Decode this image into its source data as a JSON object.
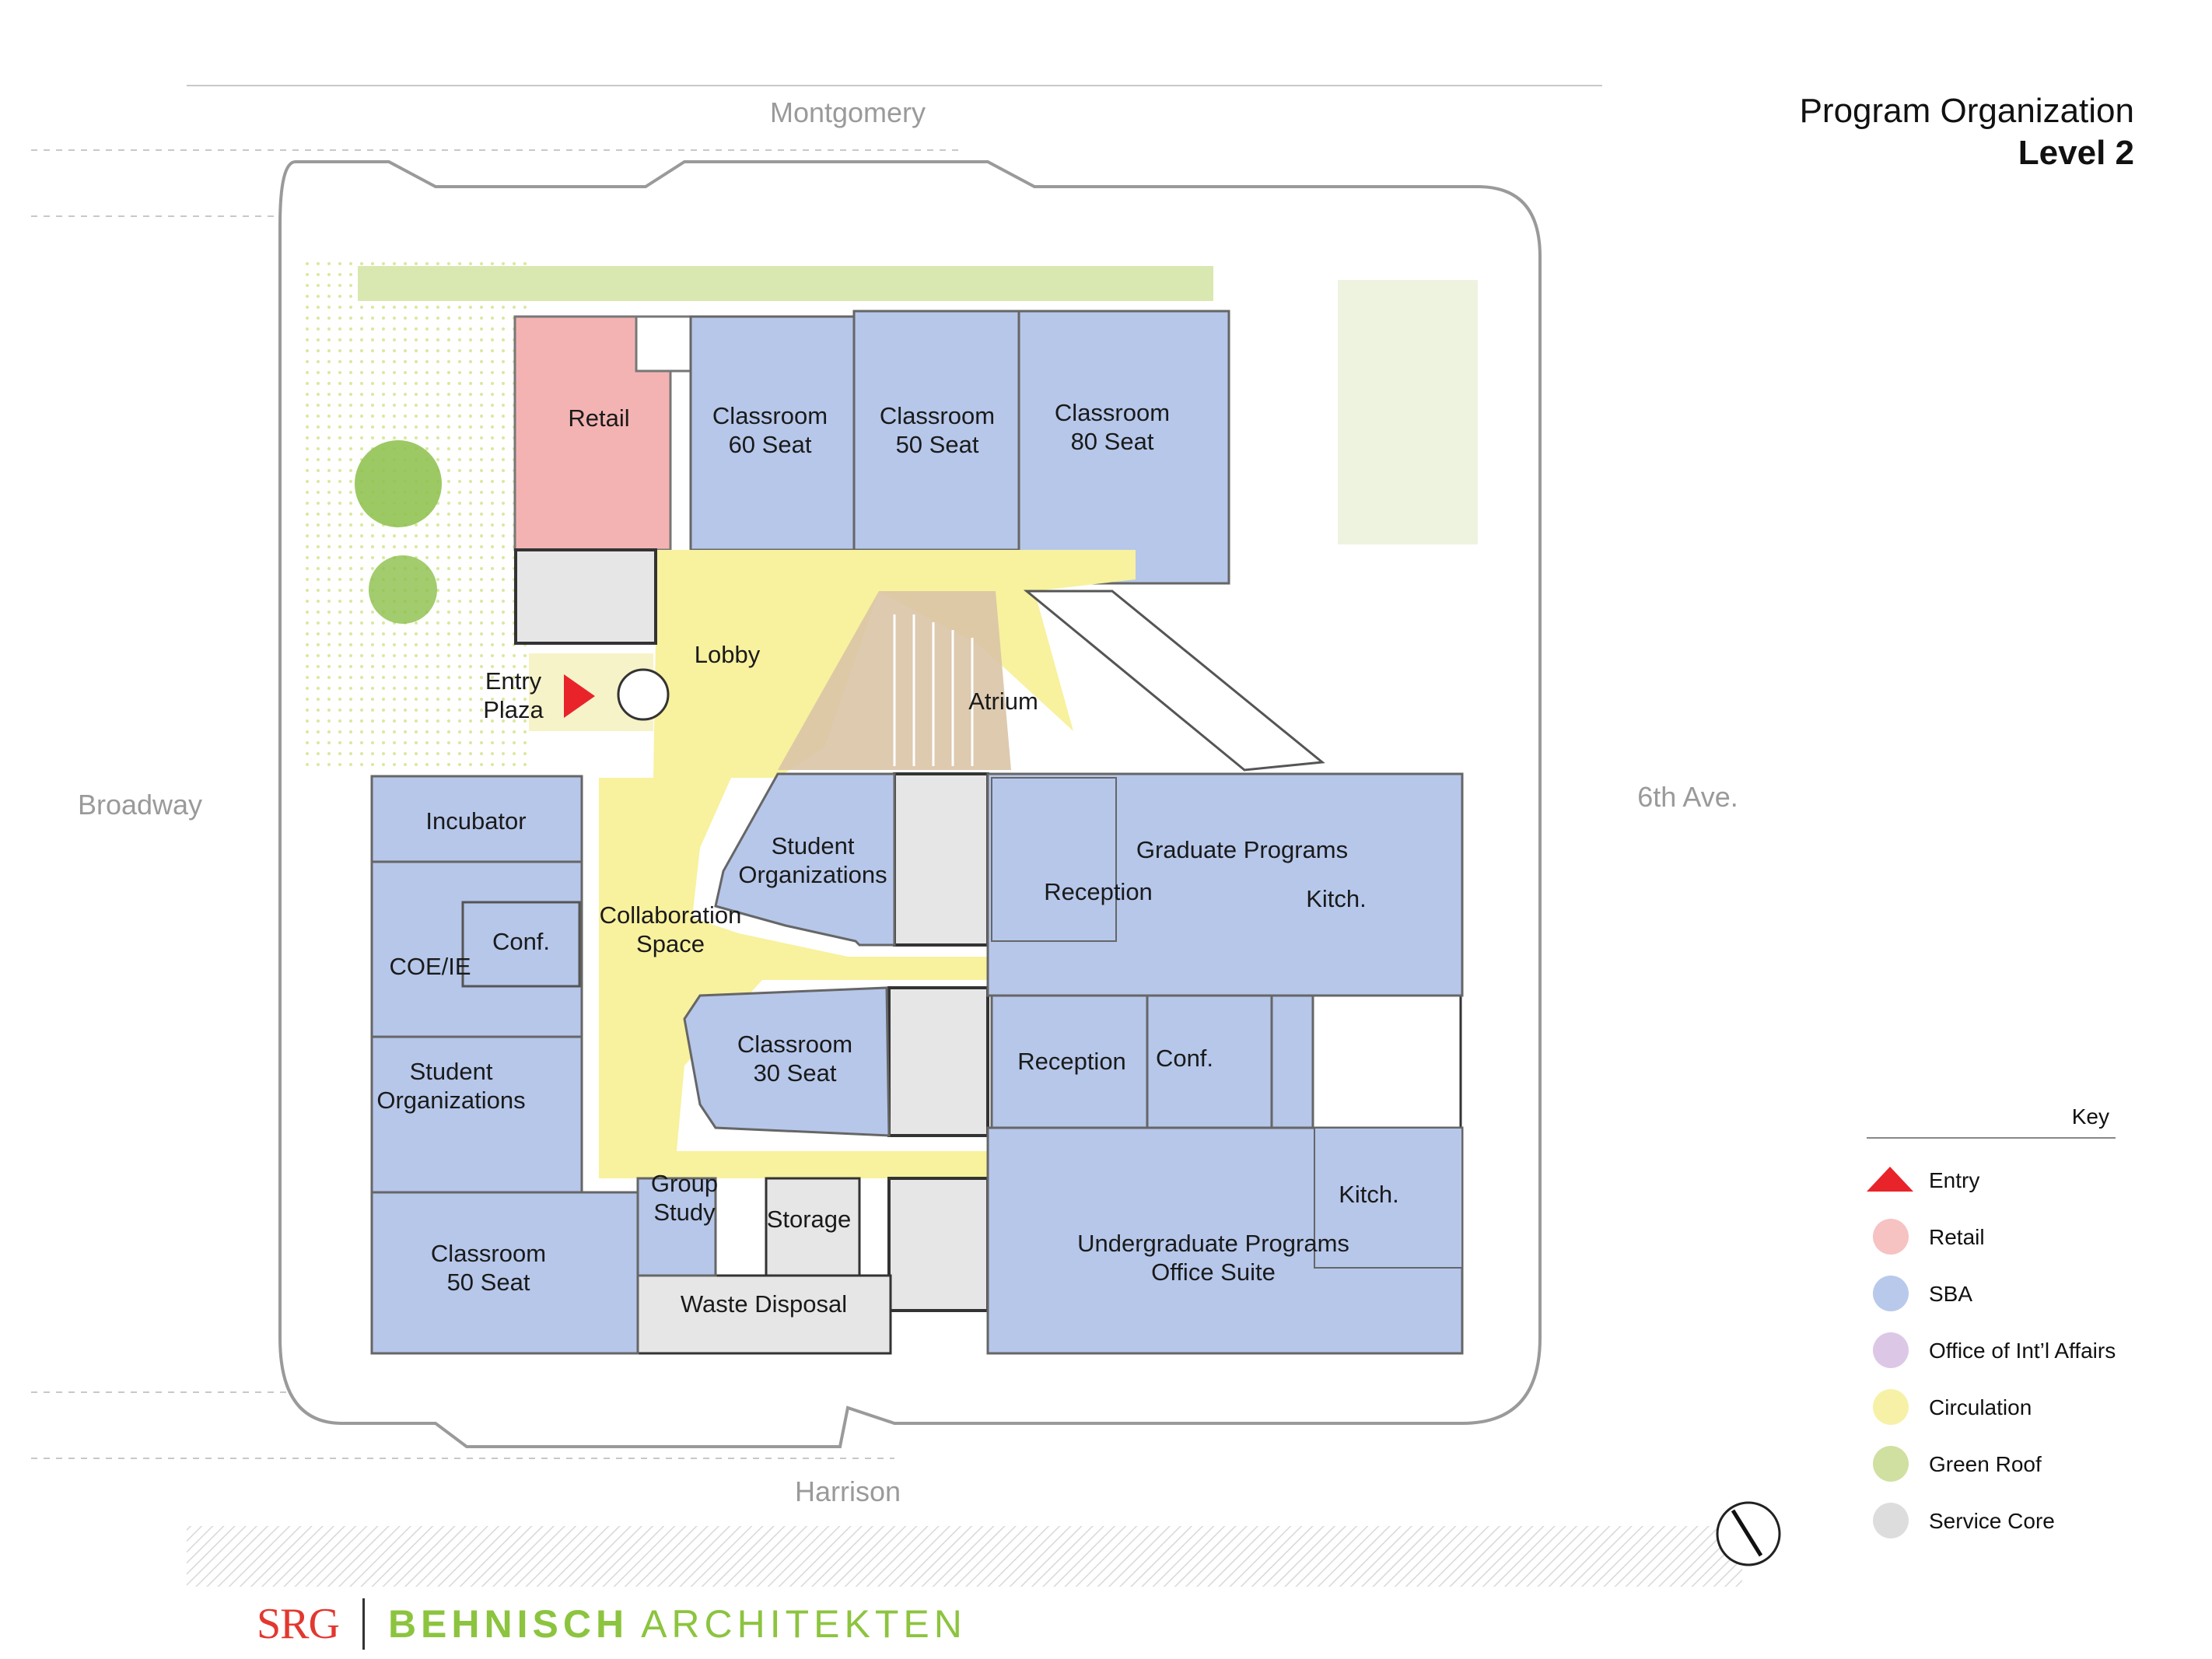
{
  "title": {
    "line1": "Program Organization",
    "line2": "Level 2"
  },
  "streets": {
    "north": "Montgomery",
    "south": "Harrison",
    "west": "Broadway",
    "east": "6th Ave."
  },
  "rooms": {
    "retail": "Retail",
    "classroom_60": [
      "Classroom",
      "60 Seat"
    ],
    "classroom_50_north": [
      "Classroom",
      "50 Seat"
    ],
    "classroom_80": [
      "Classroom",
      "80 Seat"
    ],
    "lobby": "Lobby",
    "atrium": "Atrium",
    "entry_plaza": [
      "Entry",
      "Plaza"
    ],
    "incubator": "Incubator",
    "student_orgs_center": [
      "Student",
      "Organizations"
    ],
    "graduate_programs": "Graduate Programs",
    "reception_north": "Reception",
    "kitch_north": "Kitch.",
    "collaboration": [
      "Collaboration",
      "Space"
    ],
    "conf_west": "Conf.",
    "coe_ie": "COE/IE",
    "classroom_30": [
      "Classroom",
      "30 Seat"
    ],
    "reception_south": "Reception",
    "conf_east": "Conf.",
    "student_orgs_west": [
      "Student",
      "Organizations"
    ],
    "group_study": [
      "Group",
      "Study"
    ],
    "storage": "Storage",
    "kitch_south": "Kitch.",
    "classroom_50_south": [
      "Classroom",
      "50 Seat"
    ],
    "undergrad": [
      "Undergraduate Programs",
      "Office Suite"
    ],
    "waste": "Waste Disposal"
  },
  "key": {
    "title": "Key",
    "items": [
      {
        "label": "Entry",
        "color": "#e8242a",
        "shape": "triangle"
      },
      {
        "label": "Retail",
        "color": "#f6c2c2",
        "shape": "circle"
      },
      {
        "label": "SBA",
        "color": "#b9c9ec",
        "shape": "circle"
      },
      {
        "label": "Office of Int’l Affairs",
        "color": "#dcc8e6",
        "shape": "circle"
      },
      {
        "label": "Circulation",
        "color": "#f6f1a6",
        "shape": "circle"
      },
      {
        "label": "Green Roof",
        "color": "#cfe0a0",
        "shape": "circle"
      },
      {
        "label": "Service Core",
        "color": "#dddddd",
        "shape": "circle"
      }
    ]
  },
  "colors": {
    "sba": "#b6c7ea",
    "retail": "#f4b3b3",
    "circulation": "#f8f19e",
    "service": "#e6e6e6",
    "green_roof": "#d9e8b0",
    "atrium": "#d9c4a6",
    "entry_arrow": "#e8242a"
  },
  "logo": {
    "srg": "SRG",
    "b1": "BEHNISCH",
    "b2": "ARCHITEKTEN"
  }
}
